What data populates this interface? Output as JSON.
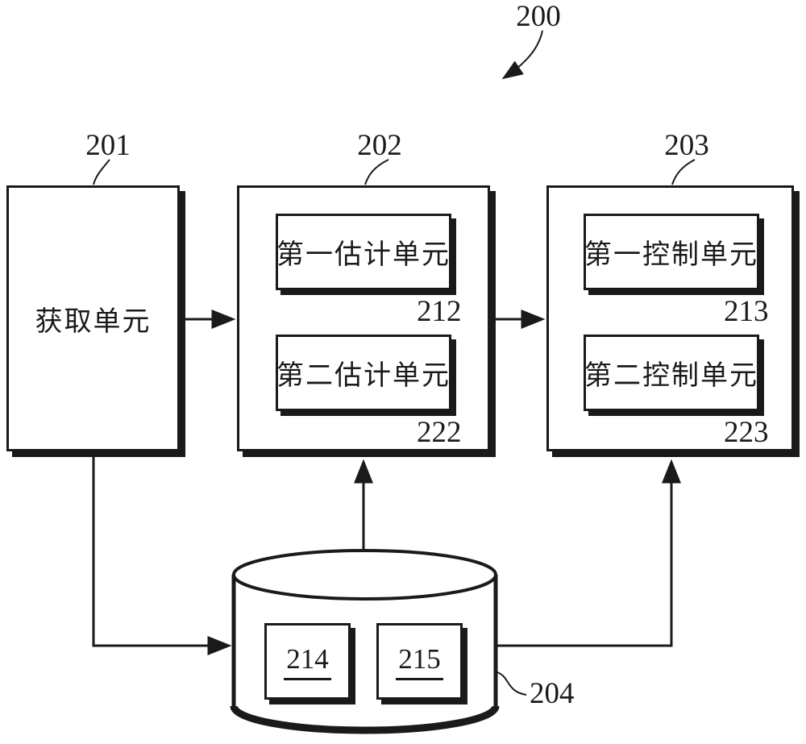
{
  "colors": {
    "ink": "#1a1a1a",
    "paper": "#ffffff"
  },
  "figure": {
    "ref": "200",
    "acquisition_box": {
      "ref": "201",
      "label": "获取单元"
    },
    "estimation_box": {
      "ref": "202",
      "first_unit": {
        "ref": "212",
        "label": "第一估计单元"
      },
      "second_unit": {
        "ref": "222",
        "label": "第二估计单元"
      }
    },
    "control_box": {
      "ref": "203",
      "first_unit": {
        "ref": "213",
        "label": "第一控制单元"
      },
      "second_unit": {
        "ref": "223",
        "label": "第二控制单元"
      }
    },
    "storage_cylinder": {
      "ref": "204",
      "store_a": {
        "ref": "214"
      },
      "store_b": {
        "ref": "215"
      }
    }
  }
}
